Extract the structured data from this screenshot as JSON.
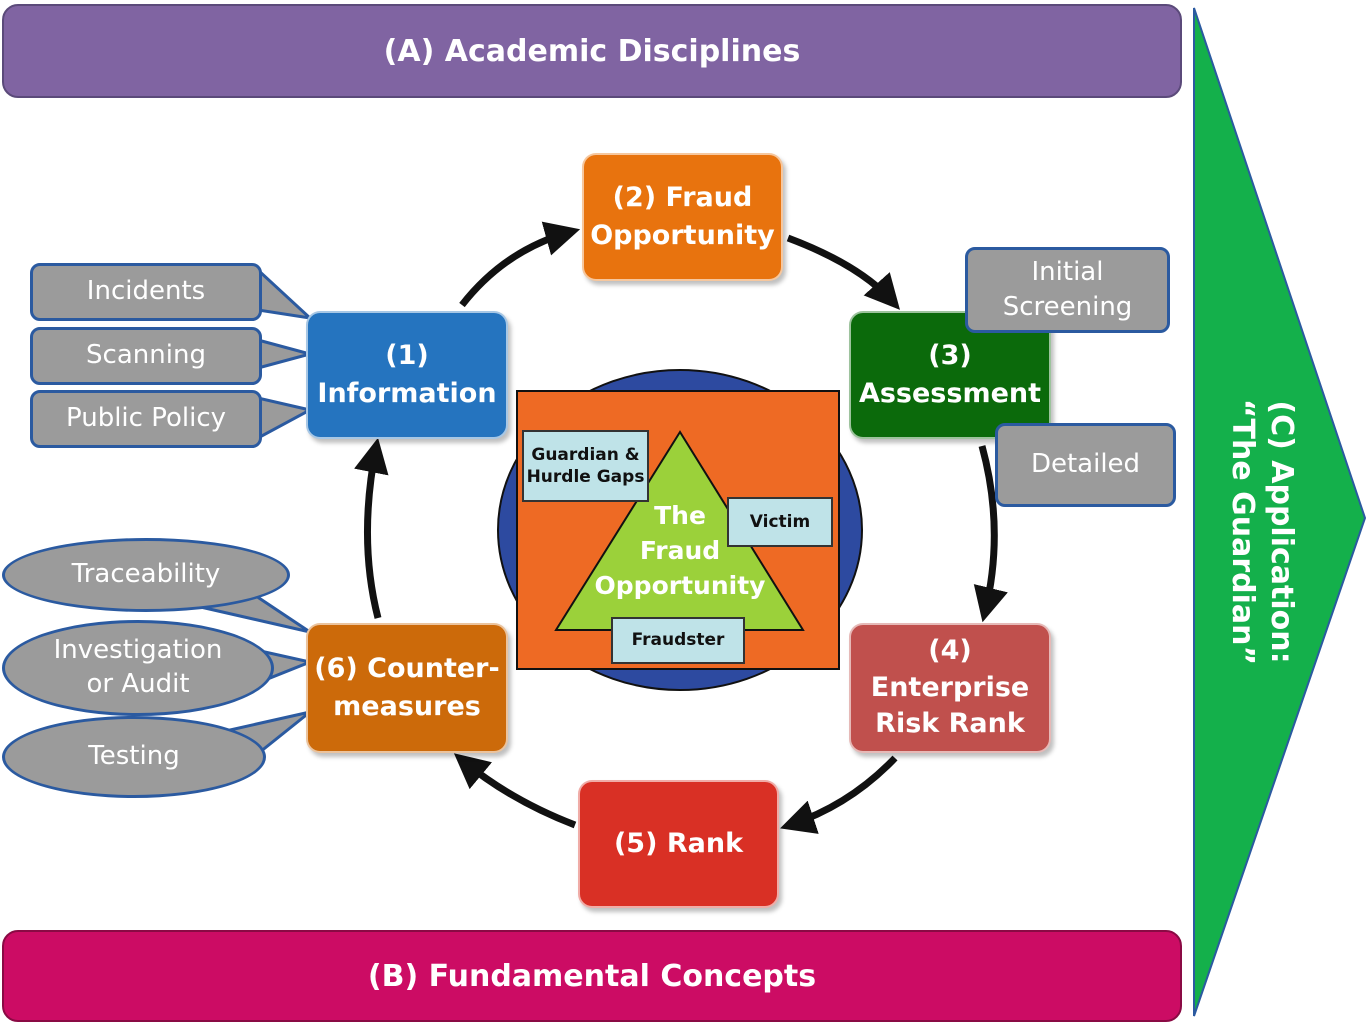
{
  "bands": {
    "academic": "(A) Academic Disciplines",
    "fundamental": "(B) Fundamental Concepts",
    "application_line1": "(C) Application:",
    "application_line2": "“The Guardian”"
  },
  "cycle": {
    "information": [
      "(1)",
      "Information"
    ],
    "fraud_opportunity": [
      "(2) Fraud",
      "Opportunity"
    ],
    "assessment": [
      "(3)",
      "Assessment"
    ],
    "enterprise_risk_rank": [
      "(4)",
      "Enterprise",
      "Risk Rank"
    ],
    "rank": [
      "(5) Rank"
    ],
    "countermeasures": [
      "(6) Counter-",
      "measures"
    ]
  },
  "information_sources": [
    "Incidents",
    "Scanning",
    "Public Policy"
  ],
  "assessment_types": {
    "initial": [
      "Initial",
      "Screening"
    ],
    "detailed": "Detailed"
  },
  "countermeasure_types": {
    "traceability": "Traceability",
    "investigation": [
      "Investigation",
      "or Audit"
    ],
    "testing": "Testing"
  },
  "center": {
    "triangle_title": [
      "The",
      "Fraud",
      "Opportunity"
    ],
    "guardian": [
      "Guardian &",
      "Hurdle Gaps"
    ],
    "victim": "Victim",
    "fraudster": "Fraudster"
  },
  "colors": {
    "academic": "#8064a2",
    "fundamental": "#cc0c64",
    "application": "#14b04b",
    "information": "#2574bf",
    "fraud_opportunity": "#e8730e",
    "assessment": "#0b6a0b",
    "enterprise_risk_rank": "#c0504d",
    "rank": "#d93025",
    "countermeasures": "#cc6a0a",
    "center_square": "#ee6a24",
    "center_circle": "#2d4aa0",
    "triangle": "#9bd13a"
  }
}
